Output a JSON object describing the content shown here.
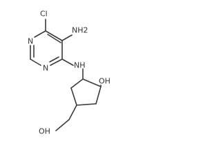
{
  "structure": {
    "atoms": {
      "cl": "Cl",
      "nh2": "NH2",
      "n_top": "N",
      "n_bottom": "N",
      "nh_link": "NH",
      "oh_ring": "OH",
      "oh_chain": "OH"
    },
    "colors": {
      "bond": "#3a3a3a",
      "text": "#333333",
      "background": "#ffffff"
    }
  }
}
